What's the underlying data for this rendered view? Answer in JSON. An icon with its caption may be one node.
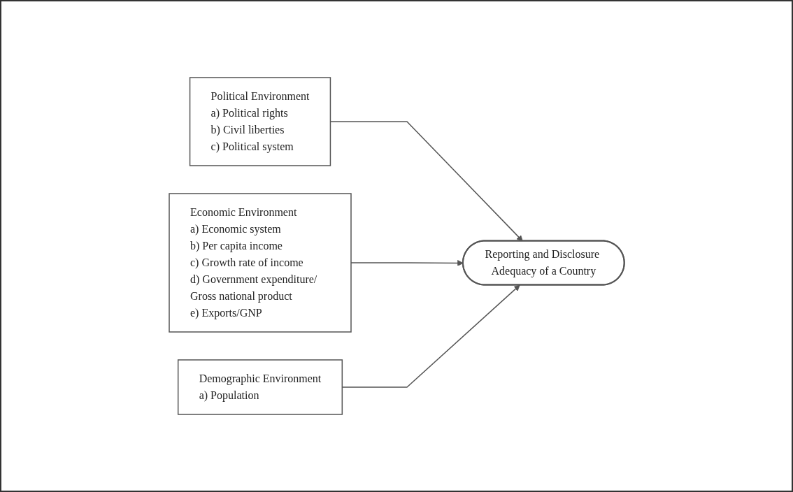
{
  "diagram": {
    "nodes": [
      {
        "text": [
          "Political Environment",
          "a) Political rights",
          "b) Civil liberties",
          "c) Political system"
        ]
      },
      {
        "text": [
          "Economic Environment",
          "a) Economic system",
          "b) Per capita income",
          "c) Growth rate of income",
          "d) Government expenditure/ Gross national product",
          "e) Exports/GNP"
        ]
      },
      {
        "text": [
          "Demographic Environment",
          "a) Population"
        ]
      },
      {
        "text": [
          "Reporting and Disclosure Adequacy of a Country"
        ]
      }
    ],
    "edges": [
      {
        "from": 0,
        "to": 3,
        "arrow": "to"
      },
      {
        "from": 1,
        "to": 3,
        "arrow": "to"
      },
      {
        "from": 2,
        "to": 3,
        "arrow": "to"
      }
    ]
  }
}
